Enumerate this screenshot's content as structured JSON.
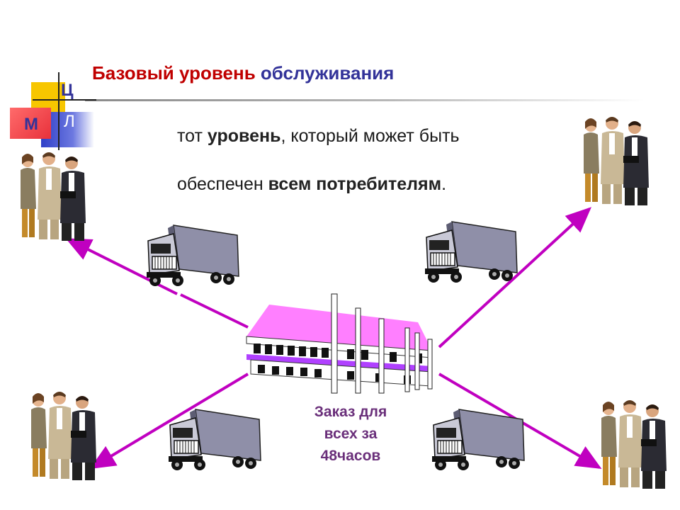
{
  "header": {
    "title_part1": "Базовый уровень",
    "title_part2": "обслуживания"
  },
  "logo": {
    "letter_c": "Ц",
    "letter_m": "М",
    "letter_l": "Л"
  },
  "definition": {
    "line1_pre": "тот ",
    "line1_bold": "уровень",
    "line1_post": ", который может быть",
    "line2_pre": "обеспечен ",
    "line2_bold": "всем потребителям",
    "line2_post": "."
  },
  "warehouse_caption": {
    "line1": "Заказ для",
    "line2": "всех за",
    "line3": "48часов"
  },
  "colors": {
    "title_red": "#c00000",
    "title_blue": "#333399",
    "arrow": "#c000c0",
    "caption": "#6a2f7a",
    "logo_yellow": "#f7c600",
    "logo_red": "#e8313b",
    "logo_blue": "#2f3fc8"
  }
}
